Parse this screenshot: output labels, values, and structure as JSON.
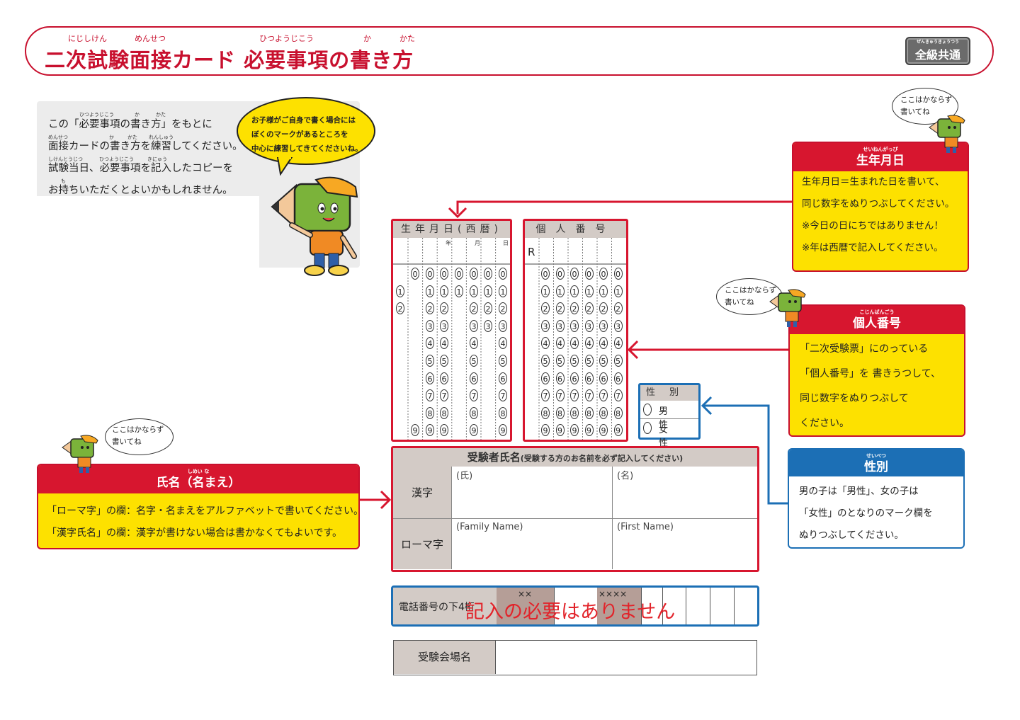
{
  "header": {
    "title": "二次試験面接カード 必要事項の書き方",
    "title_ruby": [
      "にじしけん",
      "めんせつ",
      "ひつようじこう",
      "か",
      "かた"
    ],
    "badge_ruby": "ぜんきゅうきょうつう",
    "badge": "全級共通"
  },
  "intro": {
    "lines": [
      "この「必要事項の書き方」をもとに",
      "面接カードの書き方を練習してください。",
      "試験当日、必要事項を記入したコピーを",
      "お持ちいただくとよいかもしれません。"
    ],
    "ruby": [
      "ひつようじこう",
      "か",
      "かた",
      "めんせつ",
      "か",
      "かた",
      "れんしゅう",
      "しけんとうじつ",
      "ひつようじこう",
      "きにゅう",
      "も"
    ]
  },
  "mascot_bubble": {
    "lines": [
      "お子様がご自身で書く場合には",
      "ぼくのマークがあるところを",
      "中心に練習してきてくださいね。"
    ]
  },
  "small_bubble": {
    "lines": [
      "ここはかならず",
      "書いてね"
    ]
  },
  "callouts": {
    "birth": {
      "ruby": "せいねんがっぴ",
      "title": "生年月日",
      "lines": [
        "生年月日＝生まれた日を書いて、",
        "同じ数字をぬりつぶしてください。",
        "※今日の日にちではありません！",
        "※年は西暦で記入してください。"
      ]
    },
    "personal": {
      "ruby": "こじんばんごう",
      "title": "個人番号",
      "lines": [
        "「二次受験票」にのっている",
        "「個人番号」を 書きうつして、",
        "同じ数字をぬりつぶして",
        "ください。"
      ]
    },
    "gender": {
      "ruby": "せいべつ",
      "title": "性別",
      "lines": [
        "男の子は「男性」、女の子は",
        "「女性」のとなりのマーク欄を",
        "ぬりつぶしてください。"
      ]
    },
    "name": {
      "ruby": "しめい な",
      "title": "氏名（名まえ）",
      "lines": [
        "「ローマ字」の欄：名字・名まえをアルファベットで書いてください。",
        "「漢字氏名」の欄：漢字が書けない場合は書かなくてもよいです。"
      ]
    }
  },
  "form": {
    "birth_header": "生年月日(西暦)",
    "birth_sub": [
      "年",
      "月",
      "日"
    ],
    "id_header": "個人番号",
    "id_prefix": "R",
    "digits": [
      "0",
      "1",
      "2",
      "3",
      "4",
      "5",
      "6",
      "7",
      "8",
      "9"
    ],
    "gender_header": "性別",
    "gender_options": [
      "男性",
      "女性"
    ],
    "name_header": "受験者氏名",
    "name_header_note": "(受験する方のお名前を必ず記入してください)",
    "kanji_label": "漢字",
    "romaji_label": "ローマ字",
    "family_kanji": "(氏)",
    "given_kanji": "(名)",
    "family_roman": "(Family Name)",
    "given_roman": "(First Name)",
    "phone_label": "電話番号の下4桁",
    "phone_mask1": "××",
    "phone_mask2": "××××",
    "phone_note": "記入の必要はありません",
    "venue_label": "受験会場名"
  },
  "colors": {
    "accent_red": "#d7162f",
    "accent_blue": "#1c6fb5",
    "yellow": "#fde100",
    "gray": "#d3cbc6"
  }
}
